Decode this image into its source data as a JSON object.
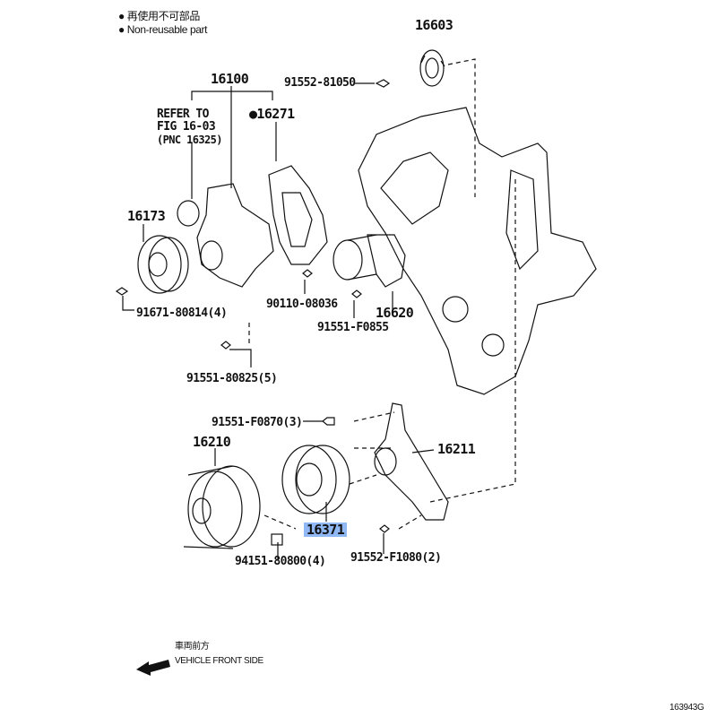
{
  "legend": {
    "japanese": "● 再使用不可部品",
    "english": "● Non-reusable part"
  },
  "parts": {
    "p16603": "16603",
    "p91552_81050": "91552-81050",
    "p16100": "16100",
    "refer_line1": "REFER TO",
    "refer_line2": "FIG 16-03",
    "refer_line3": "(PNC 16325)",
    "p16271": "●16271",
    "p16173": "16173",
    "p91671_80814": "91671-80814(4)",
    "p90110_08036": "90110-08036",
    "p16620": "16620",
    "p91551_F0855": "91551-F0855",
    "p91551_80825": "91551-80825(5)",
    "p91551_F0870": "91551-F0870(3)",
    "p16210": "16210",
    "p16211": "16211",
    "p16371": "16371",
    "p94151_80800": "94151-80800(4)",
    "p91552_F1080": "91552-F1080(2)"
  },
  "direction": {
    "japanese": "車両前方",
    "english": "VEHICLE FRONT SIDE",
    "icon": "arrow-left-icon"
  },
  "figure_id": "163943G",
  "colors": {
    "highlight": "#8fb8f5",
    "line": "#111111"
  }
}
